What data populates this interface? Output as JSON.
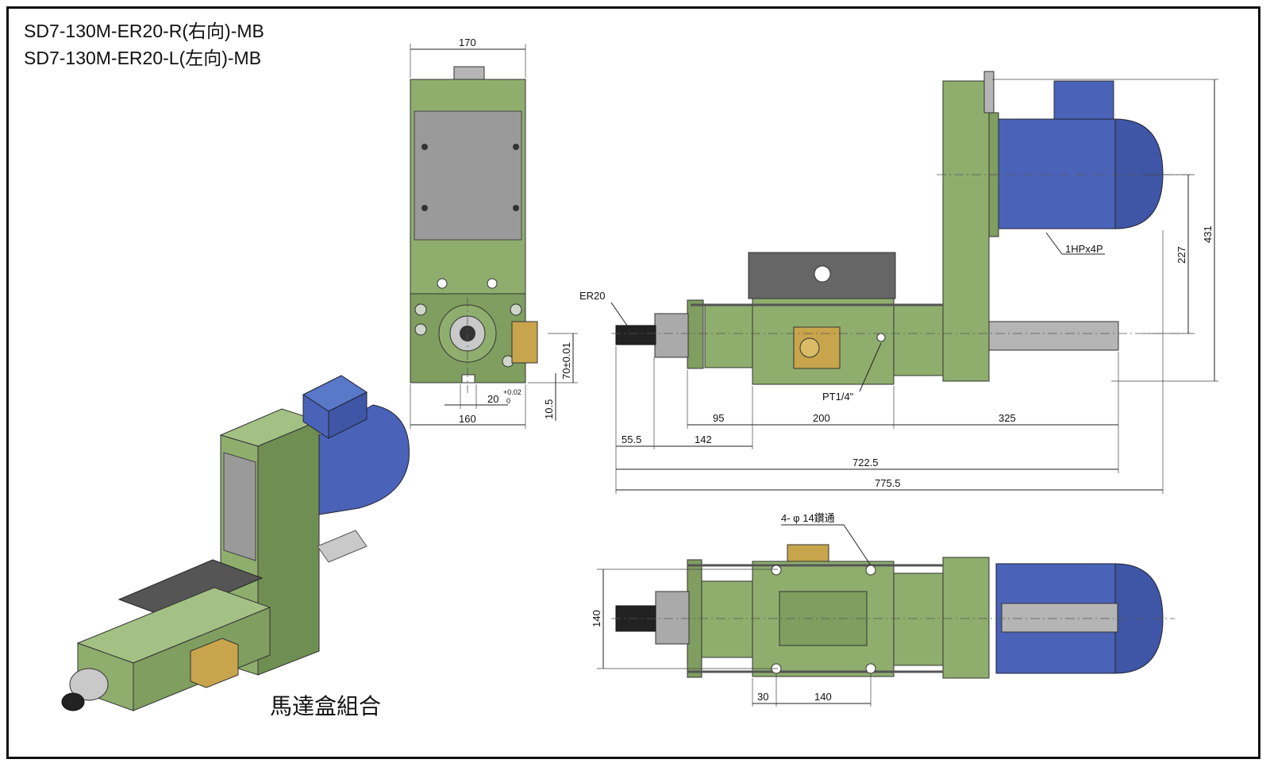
{
  "titles": {
    "line1": "SD7-130M-ER20-R(右向)-MB",
    "line2": "SD7-130M-ER20-L(左向)-MB"
  },
  "caption": "馬達盒組合",
  "front_view": {
    "dims": {
      "width_top": "170",
      "width_bottom": "160",
      "height_70": "70±0.01",
      "height_105": "10.5",
      "slot_20": "20",
      "tol_upper": "+0.02",
      "tol_lower": "0"
    }
  },
  "side_view": {
    "labels": {
      "collet": "ER20",
      "port": "PT1/4\"",
      "motor": "1HPx4P"
    },
    "dims": {
      "d95": "95",
      "d200": "200",
      "d325": "325",
      "d55_5": "55.5",
      "d142": "142",
      "d722_5": "722.5",
      "d775_5": "775.5",
      "d227": "227",
      "d431": "431"
    }
  },
  "top_view": {
    "labels": {
      "holes": "4- φ 14鑽通"
    },
    "dims": {
      "d140_h": "140",
      "d30": "30",
      "d140_v": "140"
    }
  },
  "colors": {
    "body_green": "#8fae6e",
    "body_dark": "#5e7a45",
    "motor_blue": "#4a63b8",
    "plate_gray": "#9a9a9a",
    "brass": "#c8a54c",
    "steel": "#b5b5b5"
  }
}
